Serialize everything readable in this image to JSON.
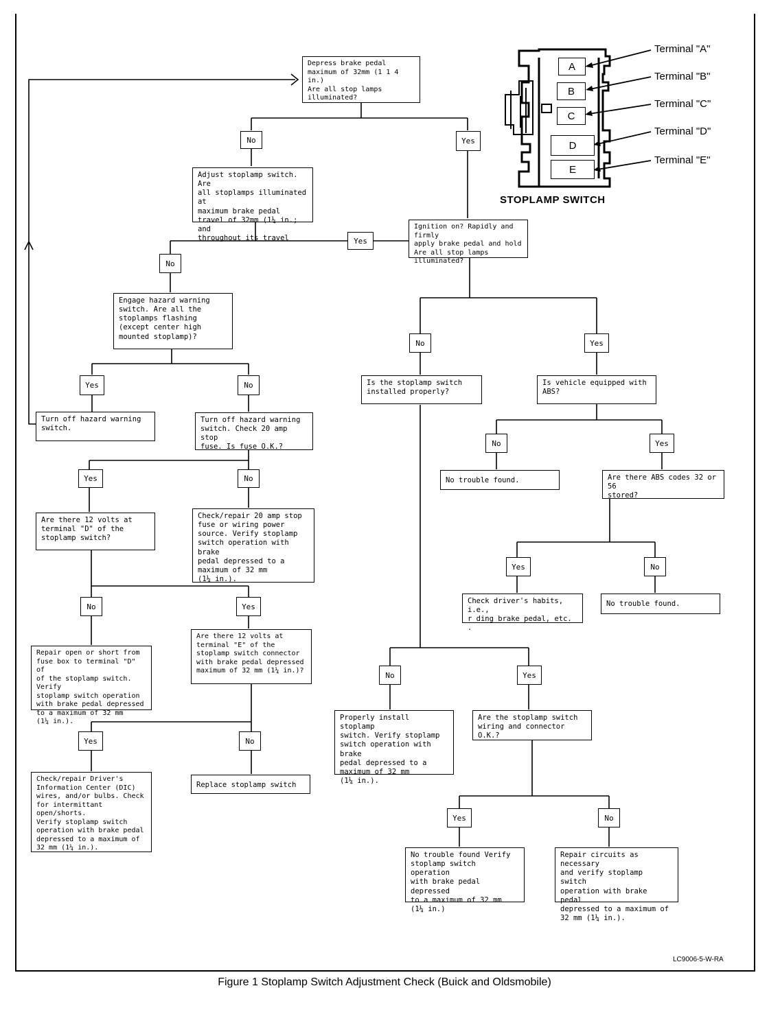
{
  "caption": "Figure 1 Stoplamp Switch Adjustment Check (Buick and Oldsmobile)",
  "ref_code": "LC9006-5-W-RA",
  "switch": {
    "title": "STOPLAMP SWITCH",
    "terminals": [
      "Terminal \"A\"",
      "Terminal \"B\"",
      "Terminal \"C\"",
      "Terminal \"D\"",
      "Terminal \"E\""
    ],
    "letters": [
      "A",
      "B",
      "C",
      "D",
      "E"
    ]
  },
  "labels": {
    "yes": "Yes",
    "no": "No"
  },
  "steps": {
    "start": "Depress brake pedal\nmaximum of 32mm (1 1 4 in.)\nAre all stop lamps\nilluminated?",
    "adjust": "Adjust stoplamp switch. Are\nall stoplamps illuminated at\nmaximum brake pedal\ntravel of 32mm (1¼ in.; and\nthroughout its travel",
    "ignition": "Ignition on? Rapidly and firmly\napply brake pedal and hold\nAre all stop lamps illuminated?",
    "hazard": "Engage hazard warning\nswitch. Are all the\nstoplamps flashing\n(except center high\nmounted stoplamp)?",
    "turn_off": "Turn off hazard warning\nswitch.",
    "fuse": "Turn off hazard warning\nswitch. Check 20 amp stop\nfuse. Is fuse O.K.?",
    "volts_d": "Are there 12 volts at\nterminal \"D\" of the\nstoplamp switch?",
    "check_fuse": "Check/repair 20 amp stop\nfuse or wiring power\nsource. Verify stoplamp\nswitch operation with brake\npedal depressed to a\nmaximum of 32 mm\n(1¼ in.).",
    "repair_open": "Repair open or short from\nfuse box to terminal \"D\" of\nof the stoplamp switch. Verify\nstoplamp switch operation\nwith brake pedal depressed\nto a maximum of 32 mm\n(1¼ in.).",
    "volts_e": "Are there 12 volts at\nterminal \"E\" of the\nstoplamp switch connector\nwith brake pedal depressed\nmaximum of 32 mm (1¼ in.)?",
    "check_dic": "Check/repair Driver's\nInformation Center (DIC)\nwires, and/or bulbs. Check\nfor intermittant open/shorts.\nVerify stoplamp switch\noperation with brake pedal\ndepressed to a maximum of\n32 mm (1¼ in.).",
    "replace": "Replace stoplamp switch",
    "installed": "Is the stoplamp switch\ninstalled properly?",
    "abs_equipped": "Is vehicle equipped with\nABS?",
    "no_trouble_1": "No trouble found.",
    "abs_codes": "Are there ABS codes 32 or 56\nstored?",
    "habits": "Check driver's habits, i.e.,\nr ding brake pedal, etc. .",
    "no_trouble_2": "No trouble found.",
    "properly_install": "Properly install stoplamp\nswitch. Verify stoplamp\nswitch operation with brake\npedal depressed to a\nmaximum of 32 mm\n(1¼ in.).",
    "wiring_ok": "Are the stoplamp switch\nwiring and connector O.K.?",
    "no_trouble_verify": "No trouble found Verify\nstoplamp switch operation\nwith brake pedal depressed\nto a maximum of 32 mm\n(1¼ in.)",
    "repair_circuits": "Repair circuits as necessary\nand verify stoplamp switch\noperation with brake pedal\ndepressed to a maximum of\n32 mm (1¼ in.)."
  }
}
